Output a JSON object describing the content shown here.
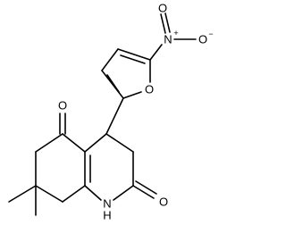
{
  "diagram": {
    "type": "chemical-structure",
    "atom_labels": {
      "nitro_o_top": "O",
      "nitro_n": "N",
      "nitro_n_charge": "+",
      "nitro_o_right": "O",
      "nitro_o_right_charge": "−",
      "furan_o": "O",
      "ketone_o": "O",
      "amide_o": "O",
      "amide_nh": "H",
      "amide_n": "N"
    },
    "colors": {
      "bond": "#000000",
      "label": "#000000",
      "background": "#ffffff"
    }
  }
}
